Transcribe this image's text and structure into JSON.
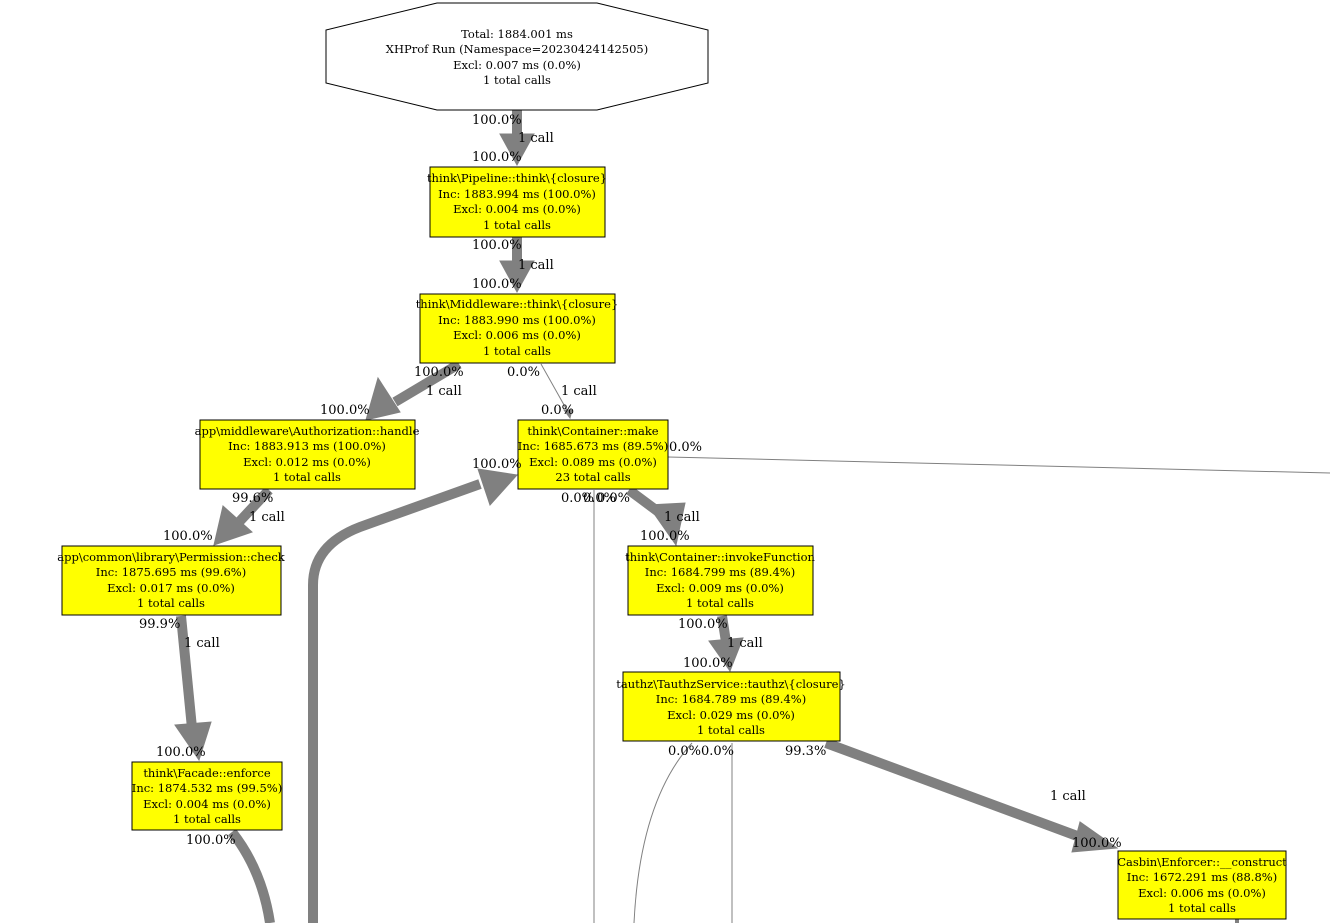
{
  "nodes": {
    "root": [
      "Total: 1884.001 ms",
      "XHProf Run (Namespace=20230424142505)",
      "Excl: 0.007 ms (0.0%)",
      "1 total calls"
    ],
    "pipeline": [
      "think\\Pipeline::think\\{closure}",
      "Inc: 1883.994 ms (100.0%)",
      "Excl: 0.004 ms (0.0%)",
      "1 total calls"
    ],
    "middleware": [
      "think\\Middleware::think\\{closure}",
      "Inc: 1883.990 ms (100.0%)",
      "Excl: 0.006 ms (0.0%)",
      "1 total calls"
    ],
    "authorization": [
      "app\\middleware\\Authorization::handle",
      "Inc: 1883.913 ms (100.0%)",
      "Excl: 0.012 ms (0.0%)",
      "1 total calls"
    ],
    "container_make": [
      "think\\Container::make",
      "Inc: 1685.673 ms (89.5%)",
      "Excl: 0.089 ms (0.0%)",
      "23 total calls"
    ],
    "permission": [
      "app\\common\\library\\Permission::check",
      "Inc: 1875.695 ms (99.6%)",
      "Excl: 0.017 ms (0.0%)",
      "1 total calls"
    ],
    "invoke": [
      "think\\Container::invokeFunction",
      "Inc: 1684.799 ms (89.4%)",
      "Excl: 0.009 ms (0.0%)",
      "1 total calls"
    ],
    "tauthz": [
      "tauthz\\TauthzService::tauthz\\{closure}",
      "Inc: 1684.789 ms (89.4%)",
      "Excl: 0.029 ms (0.0%)",
      "1 total calls"
    ],
    "facade": [
      "think\\Facade::enforce",
      "Inc: 1874.532 ms (99.5%)",
      "Excl: 0.004 ms (0.0%)",
      "1 total calls"
    ],
    "casbin": [
      "Casbin\\Enforcer::__construct",
      "Inc: 1672.291 ms (88.8%)",
      "Excl: 0.006 ms (0.0%)",
      "1 total calls"
    ]
  },
  "edge_labels": {
    "e1_out": "100.0%",
    "e1_calls": "1 call",
    "e1_in": "100.0%",
    "e2_out": "100.0%",
    "e2_calls": "1 call",
    "e2_in": "100.0%",
    "e3_out": "100.0%",
    "e3_calls": "1 call",
    "e3_in": "100.0%",
    "e4_out": "0.0%",
    "e4_calls": "1 call",
    "e4_in": "0.0%",
    "e5_out": "99.6%",
    "e5_calls": "1 call",
    "e5_in": "100.0%",
    "e6_out": "99.9%",
    "e6_calls": "1 call",
    "e6_in": "100.0%",
    "facade_out": "100.0%",
    "loop_in": "100.0%",
    "make_right_out": "0.0%",
    "make_out_a": "0.0%",
    "make_out_b": "0.0%",
    "make_out_c": "0.0%",
    "e7_calls": "1 call",
    "e7_in": "100.0%",
    "e8_out": "100.0%",
    "e8_calls": "1 call",
    "e8_in": "100.0%",
    "tauthz_out_a": "0.0%",
    "tauthz_out_b": "0.0%",
    "e9_out": "99.3%",
    "e9_calls": "1 call",
    "e9_in": "100.0%"
  },
  "colors": {
    "node_fill": "#ffff00",
    "root_fill": "#ffffff",
    "edge_color": "#808080"
  }
}
